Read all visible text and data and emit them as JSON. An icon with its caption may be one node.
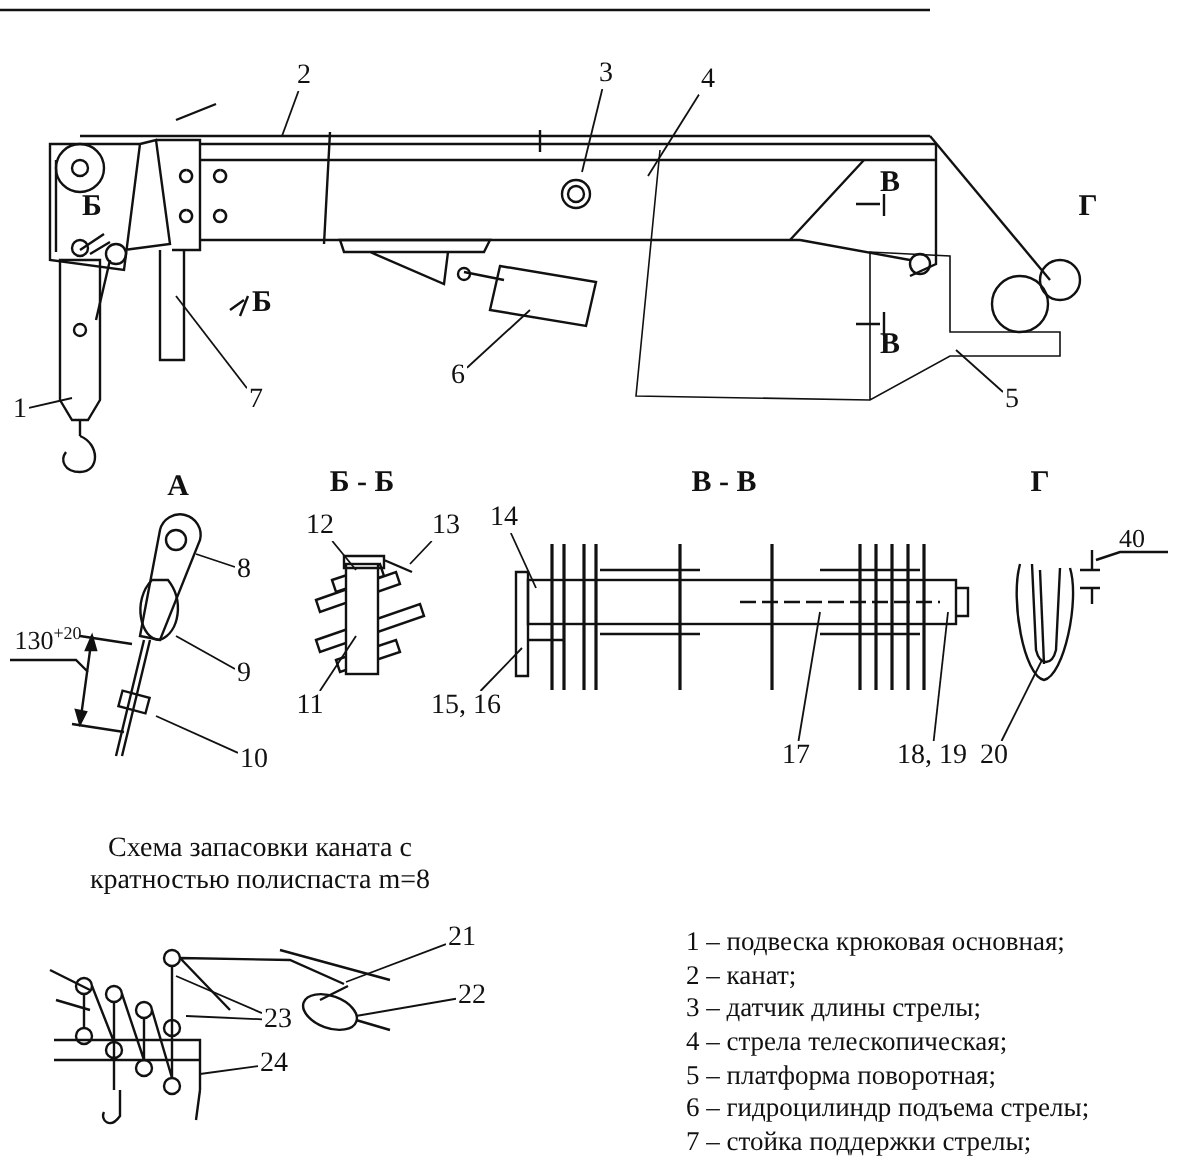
{
  "diagram": {
    "nodes": [
      {
        "text": [
          "1"
        ]
      },
      {
        "text": [
          "2"
        ]
      },
      {
        "text": [
          "3"
        ]
      },
      {
        "text": [
          "4"
        ]
      },
      {
        "text": [
          "5"
        ]
      },
      {
        "text": [
          "6"
        ]
      },
      {
        "text": [
          "7"
        ]
      },
      {
        "text": [
          "8"
        ]
      },
      {
        "text": [
          "9"
        ]
      },
      {
        "text": [
          "10"
        ]
      },
      {
        "text": [
          "11"
        ]
      },
      {
        "text": [
          "12"
        ]
      },
      {
        "text": [
          "13"
        ]
      },
      {
        "text": [
          "14"
        ]
      },
      {
        "text": [
          "15, 16"
        ]
      },
      {
        "text": [
          "17"
        ]
      },
      {
        "text": [
          "18, 19"
        ]
      },
      {
        "text": [
          "20"
        ]
      },
      {
        "text": [
          "21"
        ]
      },
      {
        "text": [
          "22"
        ]
      },
      {
        "text": [
          "23"
        ]
      },
      {
        "text": [
          "24"
        ]
      }
    ],
    "edges": [
      {
        "from": 0,
        "to": null,
        "arrow": "none"
      },
      {
        "from": 1,
        "to": null,
        "arrow": "none"
      },
      {
        "from": 2,
        "to": null,
        "arrow": "none"
      },
      {
        "from": 3,
        "to": null,
        "arrow": "none"
      },
      {
        "from": 4,
        "to": null,
        "arrow": "none"
      },
      {
        "from": 5,
        "to": null,
        "arrow": "none"
      },
      {
        "from": 6,
        "to": null,
        "arrow": "none"
      },
      {
        "from": 7,
        "to": null,
        "arrow": "none"
      },
      {
        "from": 8,
        "to": null,
        "arrow": "none"
      },
      {
        "from": 9,
        "to": null,
        "arrow": "none"
      },
      {
        "from": 10,
        "to": null,
        "arrow": "none"
      },
      {
        "from": 11,
        "to": null,
        "arrow": "none"
      },
      {
        "from": 12,
        "to": null,
        "arrow": "none"
      },
      {
        "from": 13,
        "to": null,
        "arrow": "none"
      },
      {
        "from": 14,
        "to": null,
        "arrow": "none"
      },
      {
        "from": 15,
        "to": null,
        "arrow": "none"
      },
      {
        "from": 16,
        "to": null,
        "arrow": "none"
      },
      {
        "from": 17,
        "to": null,
        "arrow": "none"
      },
      {
        "from": 18,
        "to": null,
        "arrow": "none"
      },
      {
        "from": 19,
        "to": null,
        "arrow": "none"
      },
      {
        "from": 20,
        "to": null,
        "arrow": "none"
      },
      {
        "from": 20,
        "to": null,
        "arrow": "none"
      },
      {
        "from": 21,
        "to": null,
        "arrow": "none"
      }
    ],
    "labels": [
      "Б",
      "В",
      "Г",
      "Б",
      "В",
      "А",
      "Б - Б",
      "В - В",
      "Г",
      "130$^{+20}$",
      "40",
      "Схема запасовки каната с кратностью полиспаста m=8",
      "1 – подвеска крюковая основная;",
      "2 – канат;",
      "3 – датчик длины стрелы;",
      "4 – стрела телескопическая;",
      "5 – платформа поворотная;",
      "6 – гидроцилиндр подъема стрелы;",
      "7 – стойка поддержки стрелы;"
    ]
  }
}
